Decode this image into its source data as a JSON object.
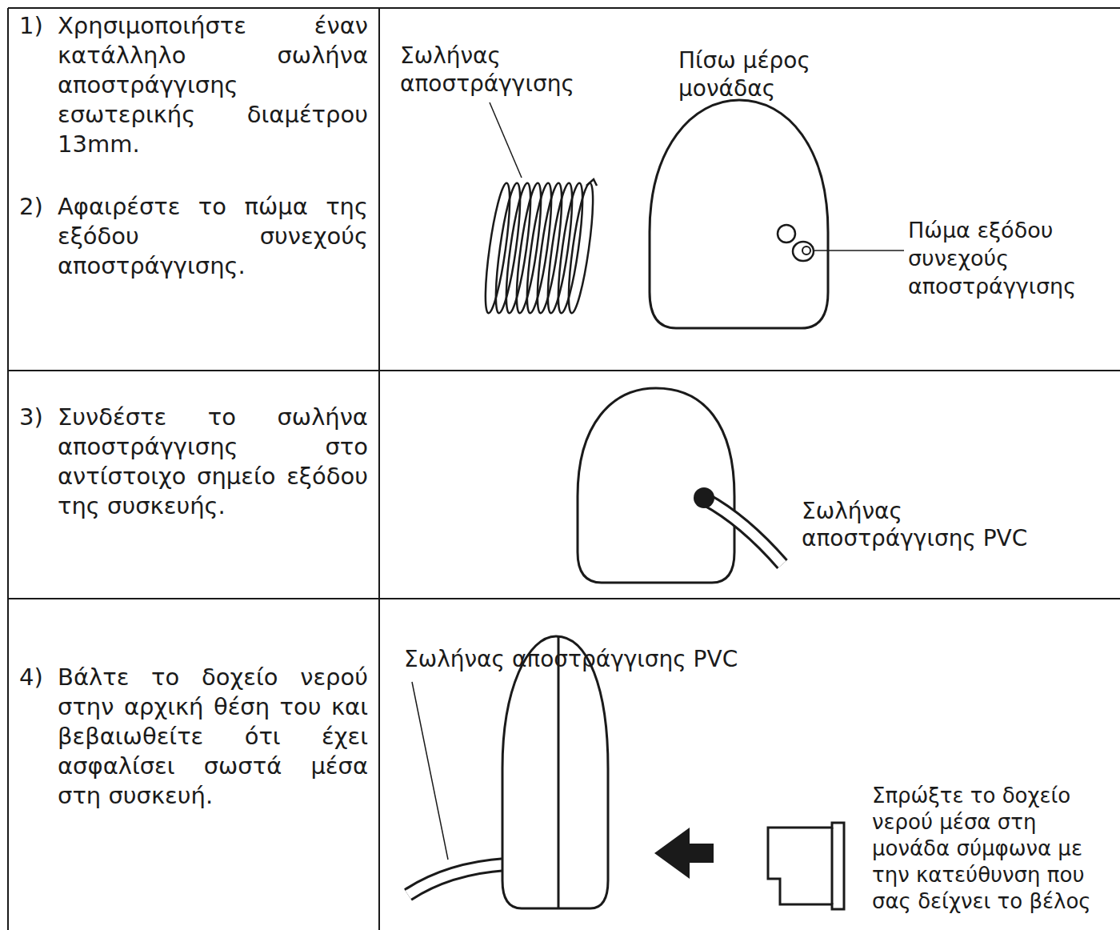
{
  "diagram": {
    "labels": [
      "1)",
      "Χρησιμοποιήστε έναν κατάλληλο σωλήνα αποστράγγισης εσωτερικής διαμέτρου 13mm.",
      "2)",
      "Αφαιρέστε το πώμα της εξόδου συνεχούς αποστράγγισης.",
      "Σωλήνας αποστράγγισης",
      "Πίσω μέρος μονάδας",
      "Πώμα εξόδου συνεχούς αποστράγγισης",
      "3)",
      "Συνδέστε το σωλήνα αποστράγγισης στο αντίστοιχο σημείο εξόδου της συσκευής.",
      "Σωλήνας αποστράγγισης PVC",
      "4)",
      "Βάλτε το δοχείο νερού στην αρχική θέση του και βεβαιωθείτε ότι έχει ασφαλίσει σωστά μέσα στη συσκευή.",
      "Σωλήνας αποστράγγισης PVC",
      "Σπρώξτε το δοχείο νερού μέσα στη μονάδα σύμφωνα με την κατεύθυνση που σας δείχνει το βέλος"
    ]
  }
}
